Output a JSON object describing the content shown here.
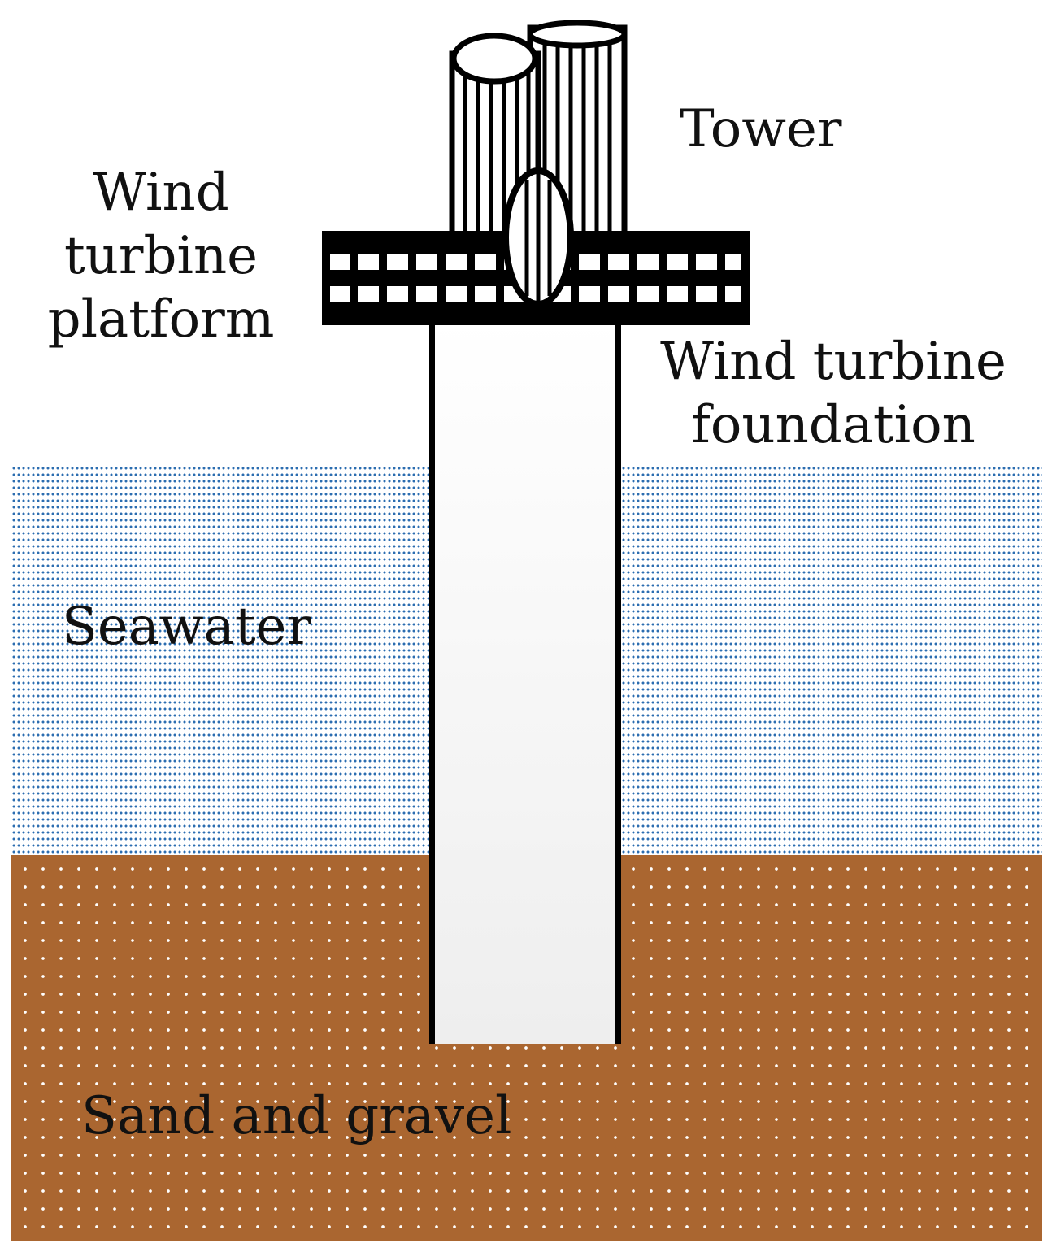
{
  "labels": {
    "platform": [
      "Wind",
      "turbine",
      "platform"
    ],
    "tower": "Tower",
    "foundation": [
      "Wind turbine",
      "foundation"
    ],
    "seawater": "Seawater",
    "sand": "Sand and gravel"
  },
  "colors": {
    "seawater_dots": "#2b6db0",
    "sand": "#aa6630",
    "sand_dots": "#ffffff",
    "outline": "#000000"
  }
}
